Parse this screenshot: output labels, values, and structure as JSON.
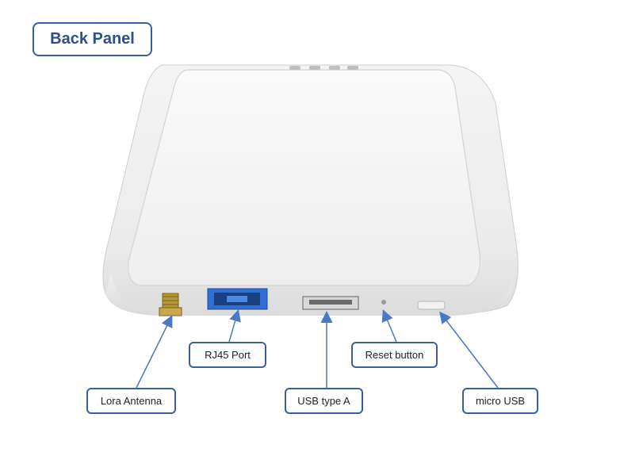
{
  "title": "Back Panel",
  "labels": {
    "lora_antenna": "Lora Antenna",
    "rj45_port": "RJ45 Port",
    "usb_type_a": "USB type A",
    "reset_button": "Reset button",
    "micro_usb": "micro USB"
  },
  "colors": {
    "border": "#3a5fa0",
    "title_text": "#2e4f8a",
    "arrow": "#4a78c4",
    "port_blue": "#2f6fd1"
  }
}
